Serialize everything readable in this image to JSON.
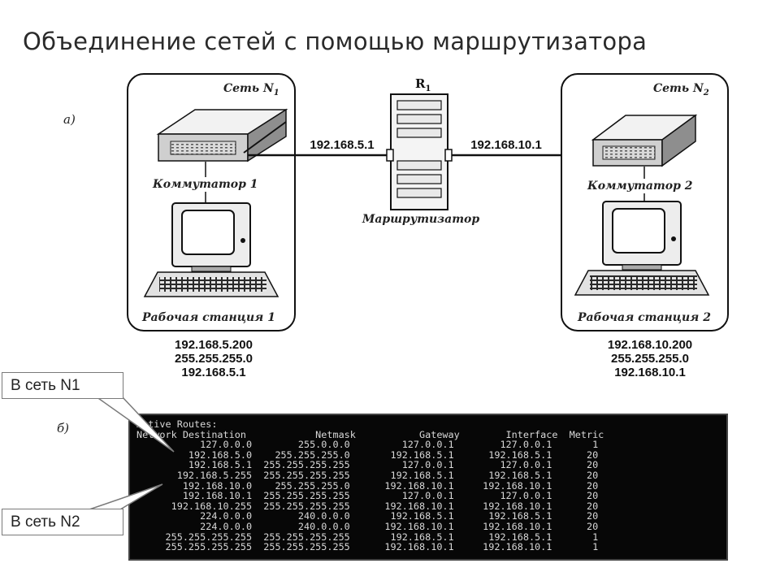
{
  "title": "Объединение сетей с помощью маршрутизатора",
  "fig_a_label": "а)",
  "fig_b_label": "б)",
  "router": {
    "name": "R",
    "sub": "1",
    "caption": "Маршрутизатор",
    "left_ip": "192.168.5.1",
    "right_ip": "192.168.10.1"
  },
  "net1": {
    "title": "Сеть N",
    "sub": "1",
    "switch": "Коммутатор 1",
    "workstation": "Рабочая станция 1",
    "ip": "192.168.5.200",
    "mask": "255.255.255.0",
    "gateway": "192.168.5.1"
  },
  "net2": {
    "title": "Сеть N",
    "sub": "2",
    "switch": "Коммутатор 2",
    "workstation": "Рабочая станция 2",
    "ip": "192.168.10.200",
    "mask": "255.255.255.0",
    "gateway": "192.168.10.1"
  },
  "callouts": {
    "n1": "В сеть N1",
    "n2": "В сеть N2"
  },
  "routes": {
    "header": "Active Routes:",
    "columns": [
      "Network Destination",
      "Netmask",
      "Gateway",
      "Interface",
      "Metric"
    ],
    "rows": [
      [
        "127.0.0.0",
        "255.0.0.0",
        "127.0.0.1",
        "127.0.0.1",
        "1"
      ],
      [
        "192.168.5.0",
        "255.255.255.0",
        "192.168.5.1",
        "192.168.5.1",
        "20"
      ],
      [
        "192.168.5.1",
        "255.255.255.255",
        "127.0.0.1",
        "127.0.0.1",
        "20"
      ],
      [
        "192.168.5.255",
        "255.255.255.255",
        "192.168.5.1",
        "192.168.5.1",
        "20"
      ],
      [
        "192.168.10.0",
        "255.255.255.0",
        "192.168.10.1",
        "192.168.10.1",
        "20"
      ],
      [
        "192.168.10.1",
        "255.255.255.255",
        "127.0.0.1",
        "127.0.0.1",
        "20"
      ],
      [
        "192.168.10.255",
        "255.255.255.255",
        "192.168.10.1",
        "192.168.10.1",
        "20"
      ],
      [
        "224.0.0.0",
        "240.0.0.0",
        "192.168.5.1",
        "192.168.5.1",
        "20"
      ],
      [
        "224.0.0.0",
        "240.0.0.0",
        "192.168.10.1",
        "192.168.10.1",
        "20"
      ],
      [
        "255.255.255.255",
        "255.255.255.255",
        "192.168.5.1",
        "192.168.5.1",
        "1"
      ],
      [
        "255.255.255.255",
        "255.255.255.255",
        "192.168.10.1",
        "192.168.10.1",
        "1"
      ]
    ]
  }
}
